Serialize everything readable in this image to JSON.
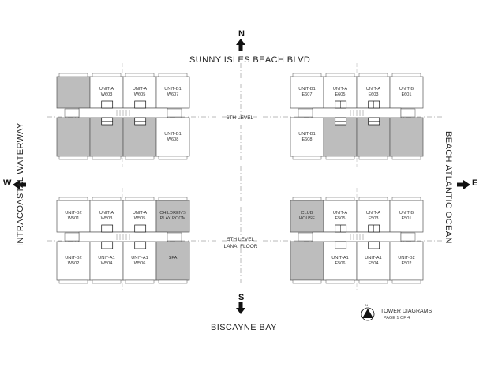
{
  "compass": {
    "north": "N",
    "south": "S",
    "west": "W",
    "east": "E"
  },
  "streets": {
    "north": "SUNNY ISLES BEACH BLVD",
    "south": "BISCAYNE BAY",
    "west": "INTRACOASTAL WATERWAY",
    "east": "BEACH ATLANTIC OCEAN"
  },
  "levels": {
    "upper": "6TH LEVEL",
    "lower_line1": "5TH LEVEL",
    "lower_line2": "LANAI FLOOR"
  },
  "plans": {
    "w6": {
      "top_units": [
        {
          "line1": "",
          "line2": "",
          "shaded": true
        },
        {
          "line1": "UNIT-A",
          "line2": "W603",
          "shaded": false
        },
        {
          "line1": "UNIT-A",
          "line2": "W605",
          "shaded": false
        },
        {
          "line1": "UNIT-B1",
          "line2": "W607",
          "shaded": false
        }
      ],
      "bottom_units": [
        {
          "line1": "",
          "line2": "",
          "shaded": true
        },
        {
          "line1": "",
          "line2": "",
          "shaded": true
        },
        {
          "line1": "",
          "line2": "",
          "shaded": true
        },
        {
          "line1": "UNIT-B1",
          "line2": "W608",
          "shaded": false
        }
      ]
    },
    "e6": {
      "top_units": [
        {
          "line1": "UNIT-B1",
          "line2": "E607",
          "shaded": false
        },
        {
          "line1": "UNIT-A",
          "line2": "E605",
          "shaded": false
        },
        {
          "line1": "UNIT-A",
          "line2": "E603",
          "shaded": false
        },
        {
          "line1": "UNIT-B",
          "line2": "E601",
          "shaded": false
        }
      ],
      "bottom_units": [
        {
          "line1": "UNIT-B1",
          "line2": "E608",
          "shaded": false
        },
        {
          "line1": "",
          "line2": "",
          "shaded": true
        },
        {
          "line1": "",
          "line2": "",
          "shaded": true
        },
        {
          "line1": "",
          "line2": "",
          "shaded": true
        }
      ]
    },
    "w5": {
      "top_units": [
        {
          "line1": "UNIT-B2",
          "line2": "W501",
          "shaded": false
        },
        {
          "line1": "UNIT-A",
          "line2": "W503",
          "shaded": false
        },
        {
          "line1": "UNIT-A",
          "line2": "W505",
          "shaded": false
        },
        {
          "line1": "CHILDREN'S",
          "line2": "PLAY ROOM",
          "shaded": true
        }
      ],
      "bottom_units": [
        {
          "line1": "UNIT-B2",
          "line2": "W502",
          "shaded": false
        },
        {
          "line1": "UNIT-A1",
          "line2": "W504",
          "shaded": false
        },
        {
          "line1": "UNIT-A1",
          "line2": "W506",
          "shaded": false
        },
        {
          "line1": "SPA",
          "line2": "",
          "shaded": true
        }
      ]
    },
    "e5": {
      "top_units": [
        {
          "line1": "CLUB",
          "line2": "HOUSE",
          "shaded": true
        },
        {
          "line1": "UNIT-A",
          "line2": "E505",
          "shaded": false
        },
        {
          "line1": "UNIT-A",
          "line2": "E503",
          "shaded": false
        },
        {
          "line1": "UNIT-B",
          "line2": "E501",
          "shaded": false
        }
      ],
      "bottom_units": [
        {
          "line1": "",
          "line2": "",
          "shaded": true
        },
        {
          "line1": "UNIT-A1",
          "line2": "E506",
          "shaded": false
        },
        {
          "line1": "UNIT-A1",
          "line2": "E504",
          "shaded": false
        },
        {
          "line1": "UNIT-B2",
          "line2": "E502",
          "shaded": false
        }
      ]
    }
  },
  "caption": {
    "title": "TOWER DIAGRAMS",
    "subtitle": "PAGE 1 OF 4",
    "logo_letter": "N"
  },
  "colors": {
    "shade": "#bdbdbd",
    "line": "#555555",
    "ink": "#111111"
  }
}
